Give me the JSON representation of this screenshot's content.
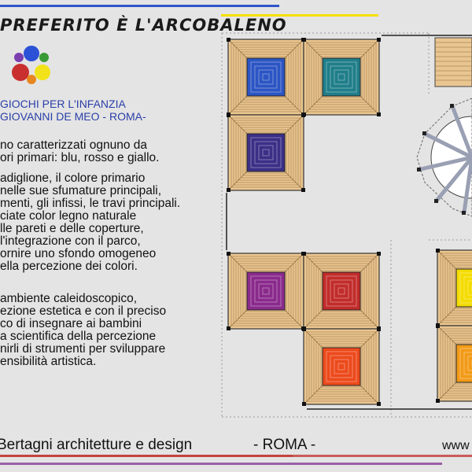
{
  "header": {
    "title": "PREFERITO È L'ARCOBALENO",
    "subtitle_line1": "GIOCHI PER L'INFANZIA",
    "subtitle_line2": "GIOVANNI DE MEO - ROMA-"
  },
  "body": {
    "paragraph1": [
      "no caratterizzati ognuno da",
      "ori primari: blu, rosso e giallo."
    ],
    "paragraph2": [
      "adiglione, il colore primario",
      "nelle sue sfumature principali,",
      "menti, gli infissi, le travi principali.",
      "ciate color legno naturale",
      "lle pareti e delle coperture,",
      "l'integrazione con il parco,",
      "ornire uno sfondo omogeneo",
      "ella percezione dei colori."
    ],
    "paragraph3": [
      "ambiente caleidoscopico,",
      "ezione estetica e con il preciso",
      "co di insegnare ai bambini",
      "a scientifica della percezione",
      "nirli di strumenti per sviluppare",
      "ensibilità artistica."
    ]
  },
  "footer": {
    "studio": "Bertagni architetture e design",
    "city": "- ROMA -",
    "web": "www"
  },
  "colors": {
    "accent_blue": "#2f55c9",
    "accent_yellow": "#f5e000",
    "footer_line_red": "#c4443f",
    "footer_line_purple": "#9b5fa8",
    "wood": "#e9c590"
  },
  "logo_circles": [
    {
      "color": "#7b3fb0"
    },
    {
      "color": "#2b52d6"
    },
    {
      "color": "#3a9a35"
    },
    {
      "color": "#c92f2f"
    },
    {
      "color": "#e8861f"
    },
    {
      "color": "#f2e21a"
    }
  ],
  "pavilions": [
    {
      "name": "blue",
      "color": "#2c55c4"
    },
    {
      "name": "teal",
      "color": "#1f7e8a"
    },
    {
      "name": "indigo",
      "color": "#3b2f86"
    },
    {
      "name": "violet",
      "color": "#8a2a8c"
    },
    {
      "name": "red",
      "color": "#c12c2a"
    },
    {
      "name": "orange-red",
      "color": "#ec4a1c"
    },
    {
      "name": "yellow",
      "color": "#f4dc00"
    },
    {
      "name": "orange",
      "color": "#f29a17"
    }
  ]
}
